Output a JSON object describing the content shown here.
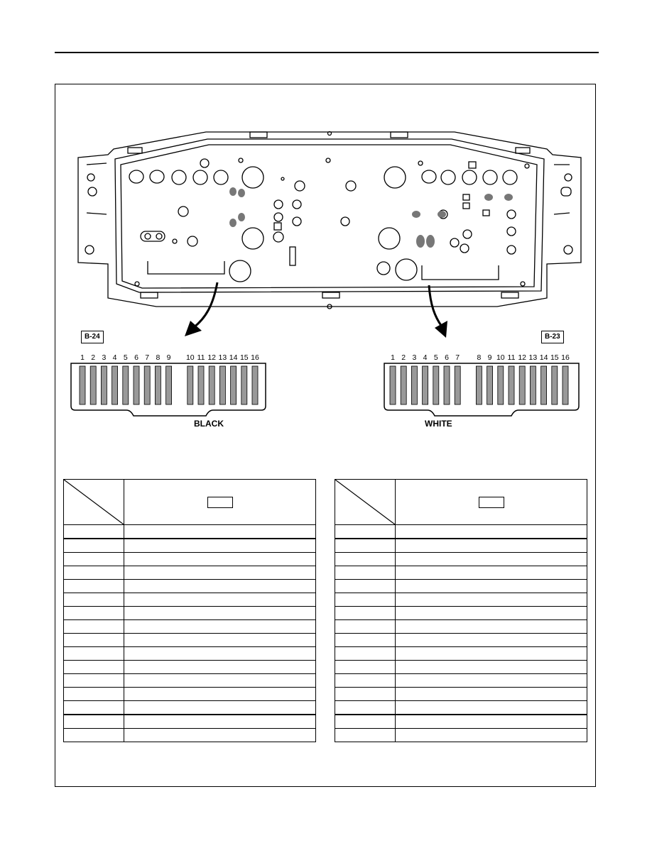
{
  "connectors": {
    "left": {
      "code": "B-24",
      "color_label": "BLACK",
      "pins_group_a": [
        "1",
        "2",
        "3",
        "4",
        "5",
        "6",
        "7",
        "8",
        "9"
      ],
      "pins_group_b": [
        "10",
        "11",
        "12",
        "13",
        "14",
        "15",
        "16"
      ]
    },
    "right": {
      "code": "B-23",
      "color_label": "WHITE",
      "pins_group_a": [
        "1",
        "2",
        "3",
        "4",
        "5",
        "6",
        "7"
      ],
      "pins_group_b": [
        "8",
        "9",
        "10",
        "11",
        "12",
        "13",
        "14",
        "15",
        "16"
      ]
    }
  },
  "tables": {
    "left": {
      "header_box": "",
      "rows": 16
    },
    "right": {
      "header_box": "",
      "rows": 16
    }
  }
}
